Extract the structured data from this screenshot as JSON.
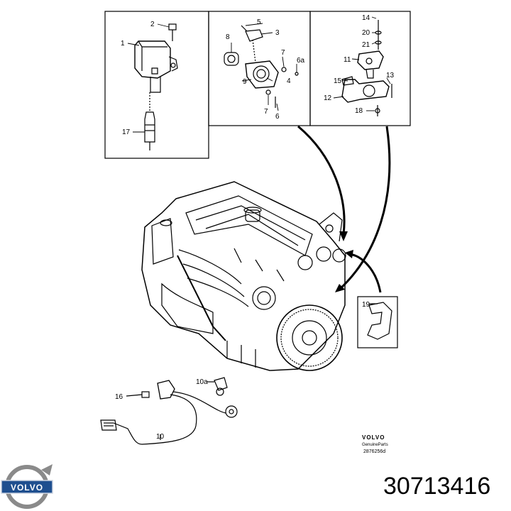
{
  "diagram": {
    "callouts": {
      "c1": "1",
      "c2": "2",
      "c3": "3",
      "c4": "4",
      "c5": "5",
      "c6": "6",
      "c6a": "6a",
      "c7a": "7",
      "c7b": "7",
      "c8": "8",
      "c9": "9",
      "c10": "10",
      "c10a": "10a",
      "c11": "11",
      "c12": "12",
      "c13": "13",
      "c14": "14",
      "c15": "15",
      "c16": "16",
      "c17": "17",
      "c18": "18",
      "c19": "19",
      "c20": "20",
      "c21": "21"
    },
    "stamp": {
      "brand": "VOLVO",
      "sub": "GenuineParts",
      "code": "2876256d"
    }
  },
  "footer": {
    "logo_text": "VOLVO",
    "part_number": "30713416"
  },
  "icons": {
    "logo": "volvo-logo-icon"
  },
  "colors": {
    "logo_blue": "#1f4f8f",
    "logo_ring": "#8a8a8a",
    "line": "#000000"
  }
}
